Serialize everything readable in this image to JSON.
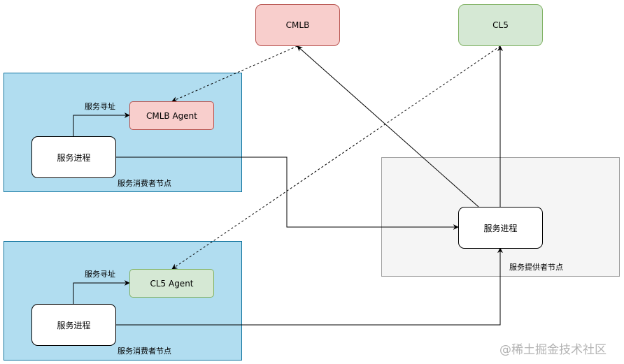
{
  "nodes": {
    "cmlb": "CMLB",
    "cl5": "CL5",
    "cmlb_agent": "CMLB Agent",
    "cl5_agent": "CL5 Agent",
    "consumer1_process": "服务进程",
    "consumer2_process": "服务进程",
    "provider_process": "服务进程"
  },
  "labels": {
    "consumer1_group": "服务消费者节点",
    "consumer2_group": "服务消费者节点",
    "provider_group": "服务提供者节点",
    "discovery1": "服务寻址",
    "discovery2": "服务寻址"
  },
  "watermark": "@稀土掘金技术社区",
  "colors": {
    "consumer_group_fill": "#b1ddf0",
    "provider_group_fill": "#f5f5f5",
    "cmlb_fill": "#f8cecc",
    "cl5_fill": "#d5e8d4"
  }
}
